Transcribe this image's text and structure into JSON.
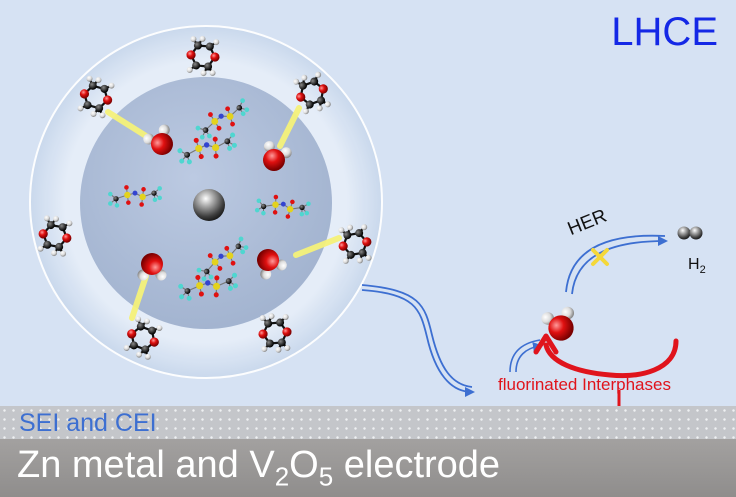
{
  "diagram": {
    "corner_label": "LHCE",
    "her_label": "HER",
    "h2_label": {
      "base": "H",
      "sub": "2"
    },
    "interphase_label": "fluorinated Interphases",
    "sei_label": "SEI and CEI",
    "electrode_label": {
      "part1": "Zn metal and V",
      "sub1": "2",
      "part2": "O",
      "sub2": "5",
      "part3": " electrode"
    }
  },
  "colors": {
    "background": "#d6e2f3",
    "corner_label": "#1428e6",
    "interphase_red": "#e0141c",
    "arrow_blue": "#3d6fd1",
    "sei_text": "#3d6fd1",
    "electrode_bar": "#9a9897",
    "oxygen": "#e01010",
    "hydrogen": "#f2f2f2",
    "carbon": "#333333",
    "fluorine": "#4fd6d0",
    "sulfur": "#e3d21d",
    "nitrogen": "#3344d0",
    "coordination_bond": "#f5f27a",
    "her_block_mark": "#f4d83a"
  },
  "icons": [
    "dioxane-molecule-icon",
    "water-molecule-icon",
    "anion-cluster-icon",
    "zinc-ion-icon",
    "hydrogen-molecule-icon",
    "cross-mark-icon"
  ]
}
